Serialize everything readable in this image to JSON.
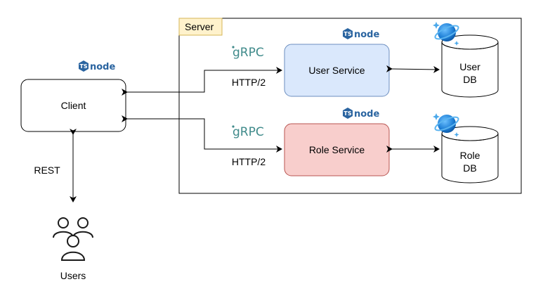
{
  "server": {
    "label": "Server"
  },
  "client": {
    "label": "Client"
  },
  "users": {
    "label": "Users"
  },
  "user_service": {
    "label": "User Service",
    "fill": "#dae8fc",
    "stroke": "#6c8ebf"
  },
  "role_service": {
    "label": "Role Service",
    "fill": "#f8cecc",
    "stroke": "#b85450"
  },
  "user_db": {
    "line1": "User",
    "line2": "DB"
  },
  "role_db": {
    "line1": "Role",
    "line2": "DB"
  },
  "protocols": {
    "http2_top": "HTTP/2",
    "http2_bottom": "HTTP/2",
    "rest": "REST",
    "grpc_top": "gRPC",
    "grpc_bottom": "gRPC"
  },
  "logos": {
    "tsnode_badge": "TS",
    "tsnode_text": "node"
  },
  "colors": {
    "server_label_fill": "#fff2cc",
    "server_label_stroke": "#d6b656",
    "grpc": "#3f8a8a",
    "tsnode": "#2a64a0",
    "cosmos": "#1e7fd6"
  },
  "icons": [
    "tsnode-logo",
    "grpc-logo",
    "cosmos-db-icon",
    "users-icon",
    "database-cylinder"
  ]
}
